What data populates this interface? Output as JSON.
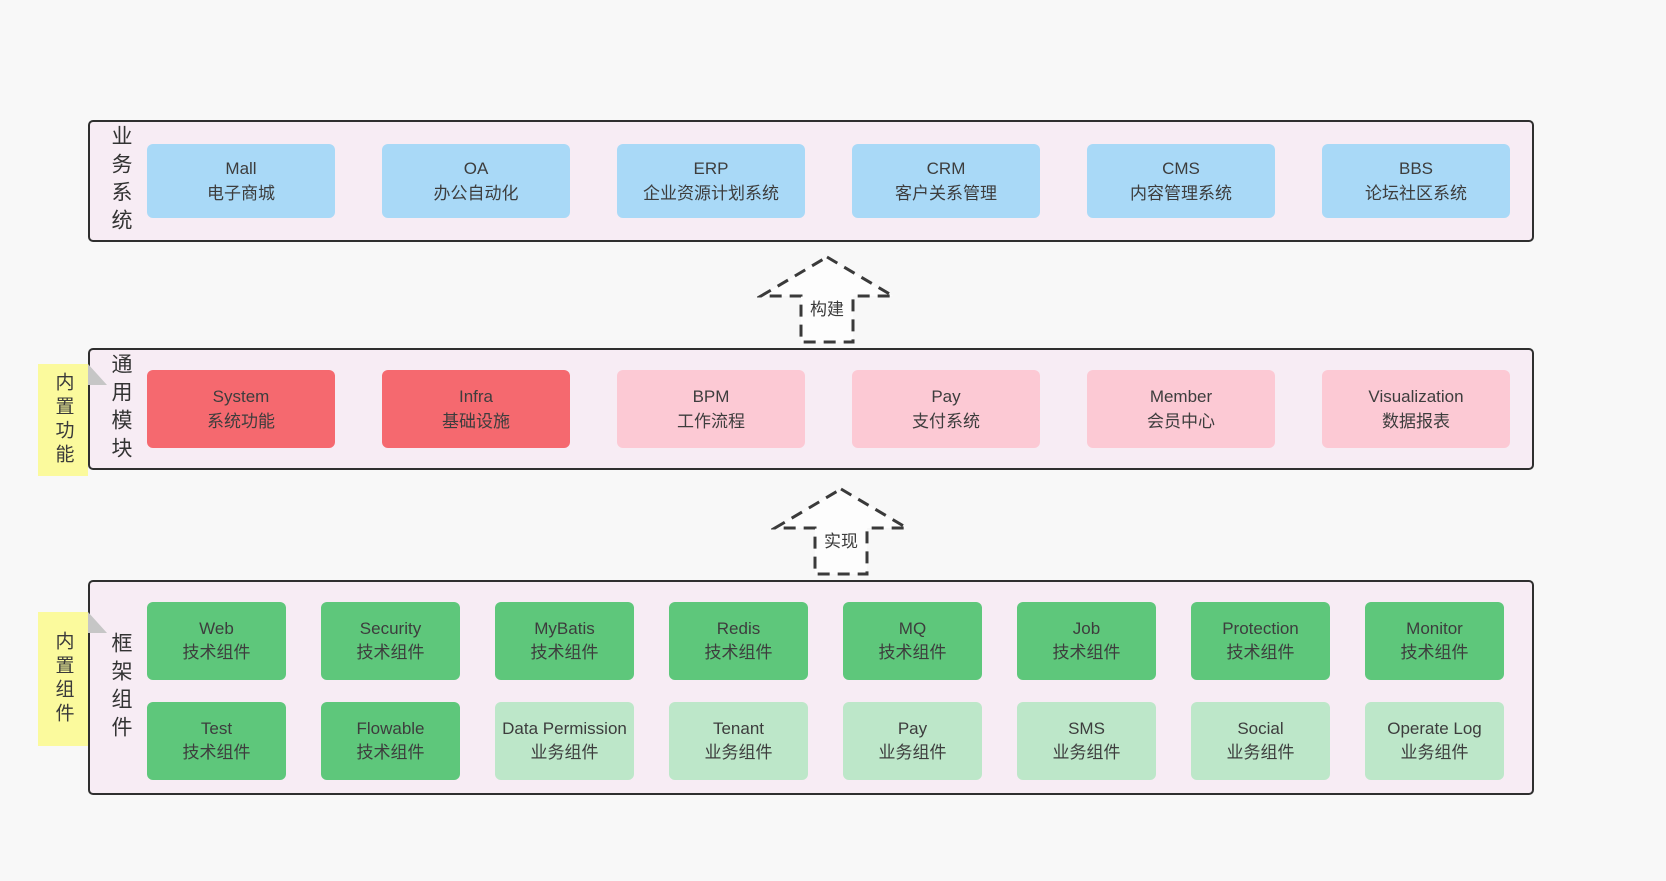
{
  "colors": {
    "page_background": "#f8f8f8",
    "container_background": "#f7ecf4",
    "container_border": "#2f2f2f",
    "blue_box": "#a9d9f7",
    "red_box": "#f5696f",
    "pink_box": "#fcc9d4",
    "green_box": "#5ec77b",
    "light_green_box": "#bde7c9",
    "yellow_tab": "#fbfa9d",
    "fold_gray": "#c6c6c6",
    "text": "#3d3d3d"
  },
  "arrows": [
    {
      "label": "构建"
    },
    {
      "label": "实现"
    }
  ],
  "layers": [
    {
      "label": "业务系统",
      "boxes": [
        {
          "title": "Mall",
          "subtitle": "电子商城"
        },
        {
          "title": "OA",
          "subtitle": "办公自动化"
        },
        {
          "title": "ERP",
          "subtitle": "企业资源计划系统"
        },
        {
          "title": "CRM",
          "subtitle": "客户关系管理"
        },
        {
          "title": "CMS",
          "subtitle": "内容管理系统"
        },
        {
          "title": "BBS",
          "subtitle": "论坛社区系统"
        }
      ]
    },
    {
      "label": "通用模块",
      "tab": "内置功能",
      "boxes": [
        {
          "title": "System",
          "subtitle": "系统功能"
        },
        {
          "title": "Infra",
          "subtitle": "基础设施"
        },
        {
          "title": "BPM",
          "subtitle": "工作流程"
        },
        {
          "title": "Pay",
          "subtitle": "支付系统"
        },
        {
          "title": "Member",
          "subtitle": "会员中心"
        },
        {
          "title": "Visualization",
          "subtitle": "数据报表"
        }
      ]
    },
    {
      "label": "框架组件",
      "tab": "内置组件",
      "rows": [
        [
          {
            "title": "Web",
            "subtitle": "技术组件"
          },
          {
            "title": "Security",
            "subtitle": "技术组件"
          },
          {
            "title": "MyBatis",
            "subtitle": "技术组件"
          },
          {
            "title": "Redis",
            "subtitle": "技术组件"
          },
          {
            "title": "MQ",
            "subtitle": "技术组件"
          },
          {
            "title": "Job",
            "subtitle": "技术组件"
          },
          {
            "title": "Protection",
            "subtitle": "技术组件"
          },
          {
            "title": "Monitor",
            "subtitle": "技术组件"
          }
        ],
        [
          {
            "title": "Test",
            "subtitle": "技术组件"
          },
          {
            "title": "Flowable",
            "subtitle": "技术组件"
          },
          {
            "title": "Data Permission",
            "subtitle": "业务组件"
          },
          {
            "title": "Tenant",
            "subtitle": "业务组件"
          },
          {
            "title": "Pay",
            "subtitle": "业务组件"
          },
          {
            "title": "SMS",
            "subtitle": "业务组件"
          },
          {
            "title": "Social",
            "subtitle": "业务组件"
          },
          {
            "title": "Operate Log",
            "subtitle": "业务组件"
          }
        ]
      ]
    }
  ]
}
